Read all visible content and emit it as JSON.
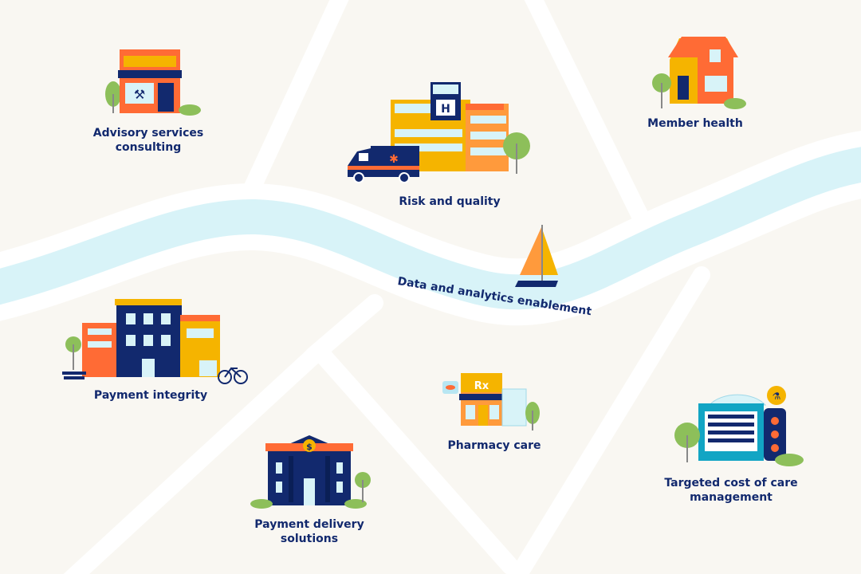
{
  "locations": [
    {
      "id": "advisory",
      "label": "Advisory services consulting",
      "line1": "Advisory services",
      "line2": "consulting"
    },
    {
      "id": "risk",
      "label": "Risk and quality"
    },
    {
      "id": "member",
      "label": "Member health"
    },
    {
      "id": "data",
      "label": "Data and analytics enablement"
    },
    {
      "id": "payment-integrity",
      "label": "Payment integrity"
    },
    {
      "id": "pharmacy",
      "label": "Pharmacy care"
    },
    {
      "id": "targeted",
      "line1": "Targeted cost of care",
      "line2": "management"
    },
    {
      "id": "payment-delivery",
      "line1": "Payment delivery",
      "line2": "solutions"
    }
  ],
  "colors": {
    "background": "#f9f7f2",
    "road": "#ffffff",
    "river": "#d8f3f8",
    "navy": "#12296e",
    "orange": "#ff6b35",
    "yellow": "#f5b400",
    "green": "#8dbf5a"
  },
  "signs": {
    "hospital": "H",
    "pharmacy": "Rx",
    "bank": "$"
  }
}
